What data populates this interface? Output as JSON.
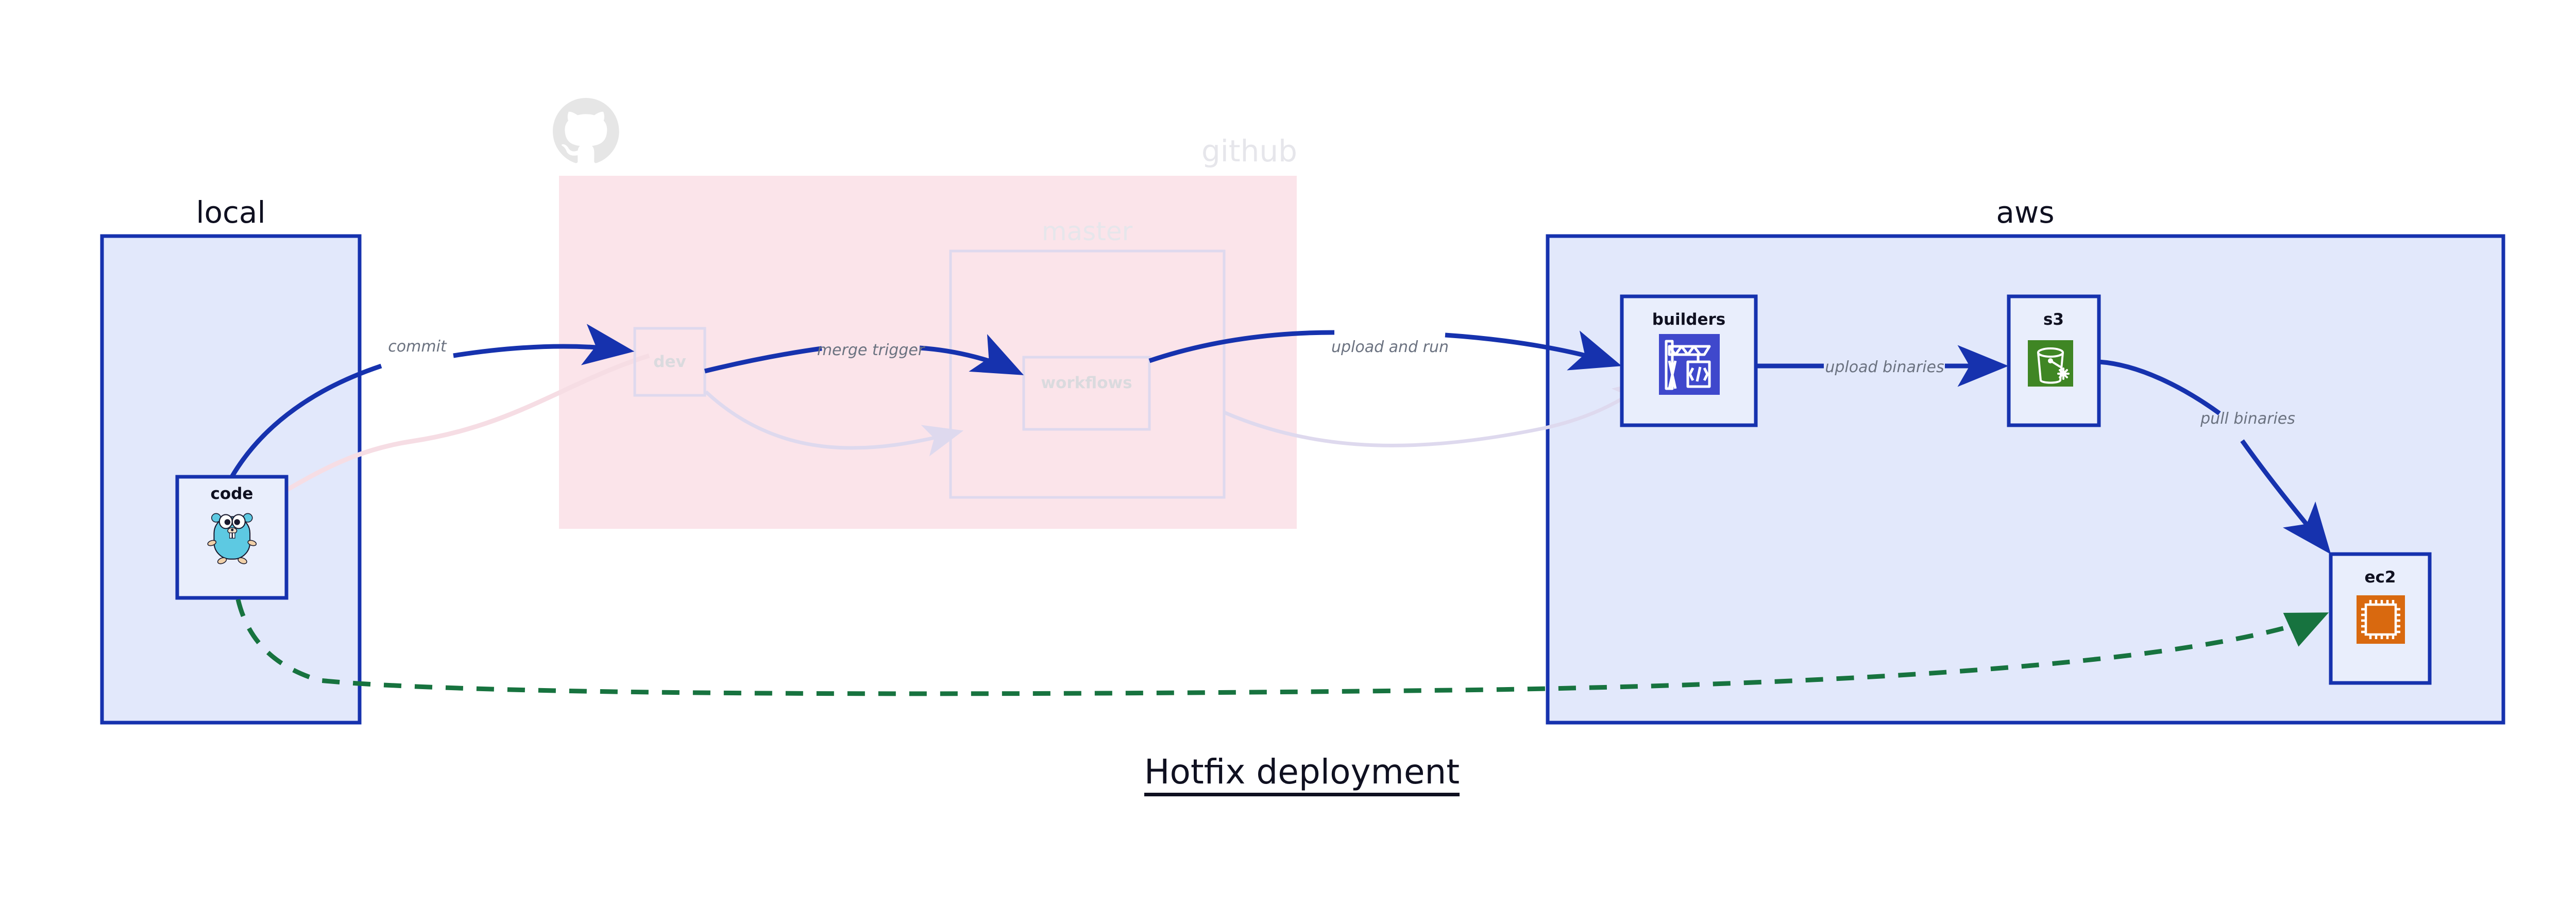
{
  "diagram": {
    "title": "Hotfix deployment",
    "groups": [
      {
        "id": "local",
        "label": "local",
        "style": "blue"
      },
      {
        "id": "github",
        "label": "github",
        "style": "pink-faded"
      },
      {
        "id": "aws",
        "label": "aws",
        "style": "blue"
      }
    ],
    "subgroups": [
      {
        "id": "master",
        "label": "master",
        "parent": "github",
        "style": "faded"
      }
    ],
    "nodes": [
      {
        "id": "code",
        "label": "code",
        "group": "local",
        "icon": "go-gopher-icon",
        "state": "active"
      },
      {
        "id": "dev",
        "label": "dev",
        "group": "github",
        "icon": "none",
        "state": "faded"
      },
      {
        "id": "workflows",
        "label": "workflows",
        "group": "master",
        "icon": "none",
        "state": "faded"
      },
      {
        "id": "builders",
        "label": "builders",
        "group": "aws",
        "icon": "aws-codebuild-icon",
        "state": "active"
      },
      {
        "id": "s3",
        "label": "s3",
        "group": "aws",
        "icon": "aws-s3-glacier-icon",
        "state": "active"
      },
      {
        "id": "ec2",
        "label": "ec2",
        "group": "aws",
        "icon": "aws-ec2-icon",
        "state": "active"
      }
    ],
    "edges": [
      {
        "id": "e-commit",
        "from": "code",
        "to": "dev",
        "label": "commit",
        "style": "solid-blue"
      },
      {
        "id": "e-merge-trigger",
        "from": "dev",
        "to": "workflows",
        "label": "merge trigger",
        "style": "solid-blue"
      },
      {
        "id": "e-upload-and-run",
        "from": "workflows",
        "to": "builders",
        "label": "upload and run",
        "style": "solid-blue"
      },
      {
        "id": "e-upload-binaries",
        "from": "builders",
        "to": "s3",
        "label": "upload binaries",
        "style": "solid-blue"
      },
      {
        "id": "e-pull-binaries",
        "from": "s3",
        "to": "ec2",
        "label": "pull binaries",
        "style": "solid-blue"
      },
      {
        "id": "e-hotfix-direct",
        "from": "code",
        "to": "ec2",
        "label": "",
        "style": "dashed-green"
      },
      {
        "id": "e-ghost-a",
        "from": "code",
        "to": "dev",
        "label": "",
        "style": "ghost-pink"
      },
      {
        "id": "e-ghost-b",
        "from": "dev",
        "to": "workflows",
        "label": "",
        "style": "ghost-faded"
      },
      {
        "id": "e-ghost-c",
        "from": "workflows",
        "to": "builders",
        "label": "",
        "style": "ghost-faded"
      }
    ],
    "icons": {
      "github_logo": "github-octocat-icon"
    },
    "colors": {
      "cluster_blue_fill": "#e2e8fb",
      "cluster_blue_stroke": "#1632ae",
      "cluster_pink_fill": "#fbe4ea",
      "node_fill": "#e9eefc",
      "edge_blue": "#1632ae",
      "edge_green": "#17733f",
      "faded_stroke": "#ded9ee",
      "label_gray": "#6b7280",
      "text_dark": "#0f1020",
      "gopher_body": "#5dc9e2",
      "s3_green": "#3f8624",
      "ec2_orange": "#d9690f",
      "codebuild_blue": "#3f48cc"
    }
  }
}
